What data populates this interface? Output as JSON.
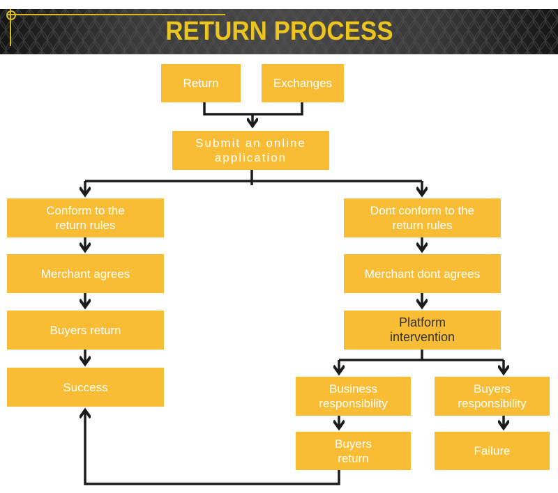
{
  "header": {
    "title": "RETURN PROCESS",
    "title_color": "#ecc51e",
    "band_background": "#383838",
    "accent_line_color": "#d9bb20"
  },
  "colors": {
    "box_background": "#f8bd34",
    "box_text": "#ffffff",
    "platform_box_text": "#333333",
    "connector_line": "#1b1b1b",
    "page_background": "#ffffff"
  },
  "flow": {
    "boxes": {
      "return": {
        "lines": [
          "Return"
        ]
      },
      "exchanges": {
        "lines": [
          "Exchanges"
        ]
      },
      "submit": {
        "lines": [
          "Submit an online",
          "application"
        ]
      },
      "conform": {
        "lines": [
          "Conform to the",
          "return rules"
        ]
      },
      "dont_conform": {
        "lines": [
          "Dont conform to the",
          "return rules"
        ]
      },
      "merchant_agrees": {
        "lines": [
          "Merchant agrees"
        ]
      },
      "merchant_dont_agrees": {
        "lines": [
          "Merchant dont agrees"
        ]
      },
      "buyers_return": {
        "lines": [
          "Buyers return"
        ]
      },
      "platform_intervention": {
        "lines": [
          "Platform",
          "intervention"
        ]
      },
      "success": {
        "lines": [
          "Success"
        ]
      },
      "business_responsibility": {
        "lines": [
          "Business",
          "responsibility"
        ]
      },
      "buyers_responsibility": {
        "lines": [
          "Buyers",
          "responsibility"
        ]
      },
      "buyers_return_2": {
        "lines": [
          "Buyers",
          "return"
        ]
      },
      "failure": {
        "lines": [
          "Failure"
        ]
      }
    }
  }
}
